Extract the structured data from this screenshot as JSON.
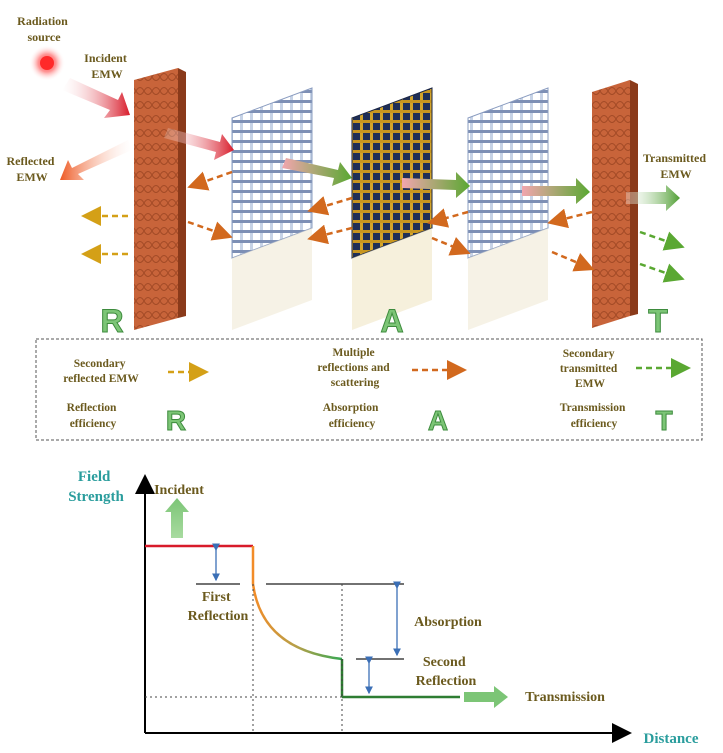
{
  "top": {
    "radiation_source": [
      "Radiation",
      "source"
    ],
    "incident": [
      "Incident",
      "EMW"
    ],
    "reflected": [
      "Reflected",
      "EMW"
    ],
    "transmitted": [
      "Transmitted",
      "EMW"
    ],
    "letters": {
      "r": "R",
      "a": "A",
      "t": "T"
    }
  },
  "legend": {
    "secondary_reflected": [
      "Secondary",
      "reflected EMW"
    ],
    "multiple": [
      "Multiple",
      "reflections and",
      "scattering"
    ],
    "secondary_transmitted": [
      "Secondary",
      "transmitted",
      "EMW"
    ],
    "reflection_eff": [
      "Reflection",
      "efficiency"
    ],
    "absorption_eff": [
      "Absorption",
      "efficiency"
    ],
    "transmission_eff": [
      "Transmission",
      "efficiency"
    ],
    "letters": {
      "r": "R",
      "a": "A",
      "t": "T"
    }
  },
  "graph": {
    "y_axis": [
      "Field",
      "Strength"
    ],
    "x_axis": "Distance",
    "incident": "Incident",
    "first_reflection": [
      "First",
      "Reflection"
    ],
    "absorption": "Absorption",
    "second_reflection": [
      "Second",
      "Reflection"
    ],
    "transmission": "Transmission"
  },
  "colors": {
    "reflect_arrow": "#d4a017",
    "scatter_arrow": "#d2691e",
    "transmit_arrow": "#5aa832",
    "letter_green": "#7cc576",
    "teal": "#2a9d9d",
    "label_brown": "#6b5a1e"
  }
}
